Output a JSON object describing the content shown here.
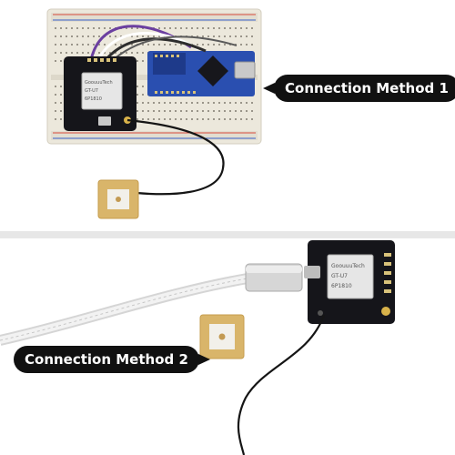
{
  "callouts": {
    "method1": "Connection Method 1",
    "method2": "Connection Method 2"
  },
  "module": {
    "brand": "GoouuuTech",
    "model": "GT-U7",
    "chip": "6P1810"
  },
  "colors": {
    "breadboard": "#ece8dc",
    "pcb_black": "#15151a",
    "nano_blue": "#2a4fb0",
    "antenna_patch": "#d9b56a",
    "cable_white": "#eeeeee",
    "callout_bg": "#111111"
  }
}
